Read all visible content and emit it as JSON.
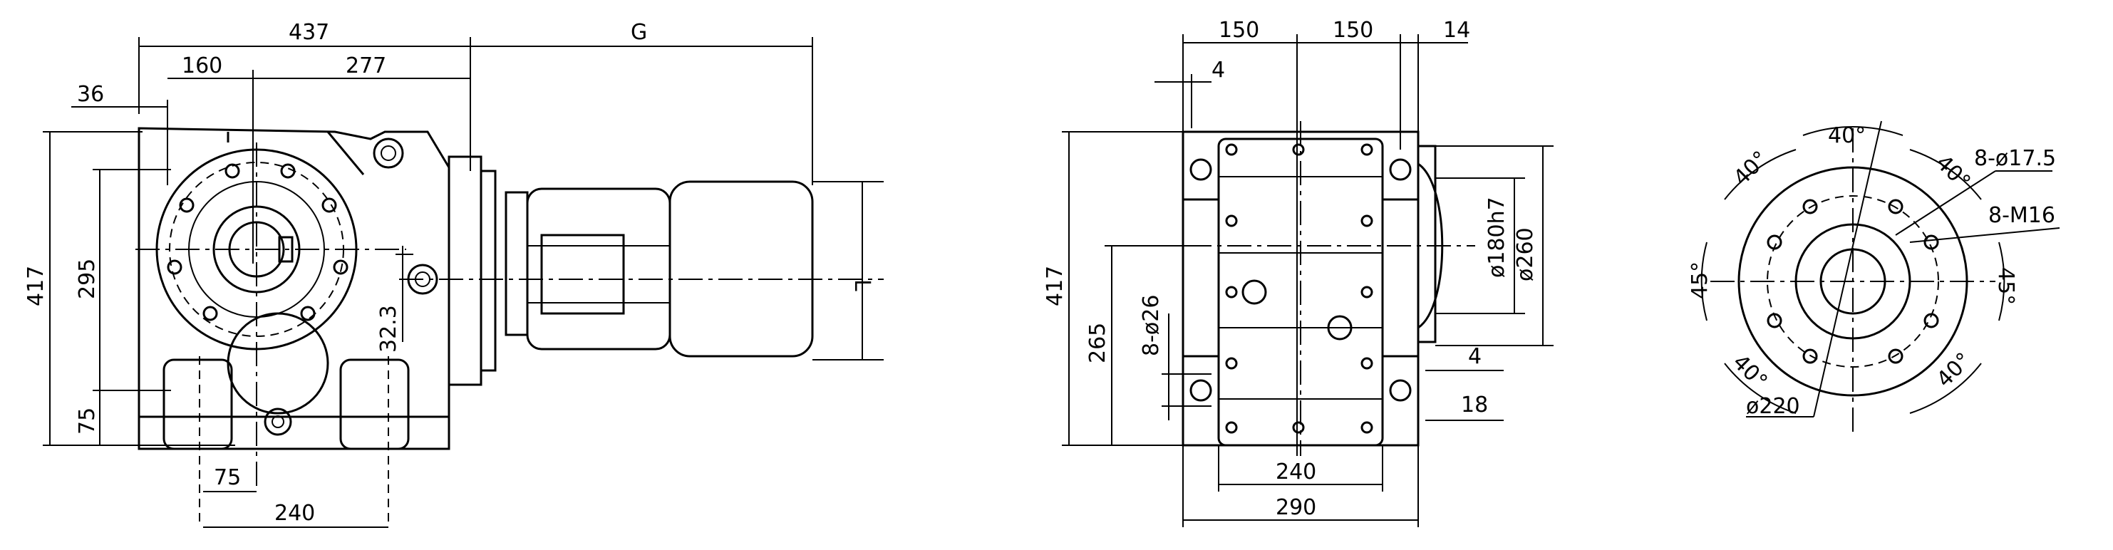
{
  "side_view": {
    "dim_overall_length": "437",
    "dim_motor_length": "G",
    "dim_shaft_offset": "160",
    "dim_housing_to_flange": "277",
    "dim_left_offset": "36",
    "dim_total_height": "417",
    "dim_shaft_height": "295",
    "dim_foot_height": "75",
    "dim_eccentric": "32.3",
    "dim_motor_height": "L",
    "dim_foot_inset": "75",
    "dim_foot_spacing": "240"
  },
  "front_view": {
    "dim_half_width_left": "150",
    "dim_half_width_right": "150",
    "dim_flange_thickness": "14",
    "dim_foot_gap": "4",
    "dim_total_height": "417",
    "dim_shaft_height": "265",
    "dim_foot_holes": "8-ø26",
    "dim_spigot": "ø180h7",
    "dim_flange_dia": "ø260",
    "dim_gap_right": "4",
    "dim_foot_thickness": "18",
    "dim_foot_spacing": "240",
    "dim_foot_width": "290"
  },
  "flange_view": {
    "angle_top": "40°",
    "angle_top_left": "40°",
    "angle_top_right": "40°",
    "angle_left": "45°",
    "angle_right": "45°",
    "angle_bottom_left": "40°",
    "angle_bottom_right": "40°",
    "holes_label": "8-ø17.5",
    "threads_label": "8-M16",
    "pcd_label": "ø220"
  }
}
